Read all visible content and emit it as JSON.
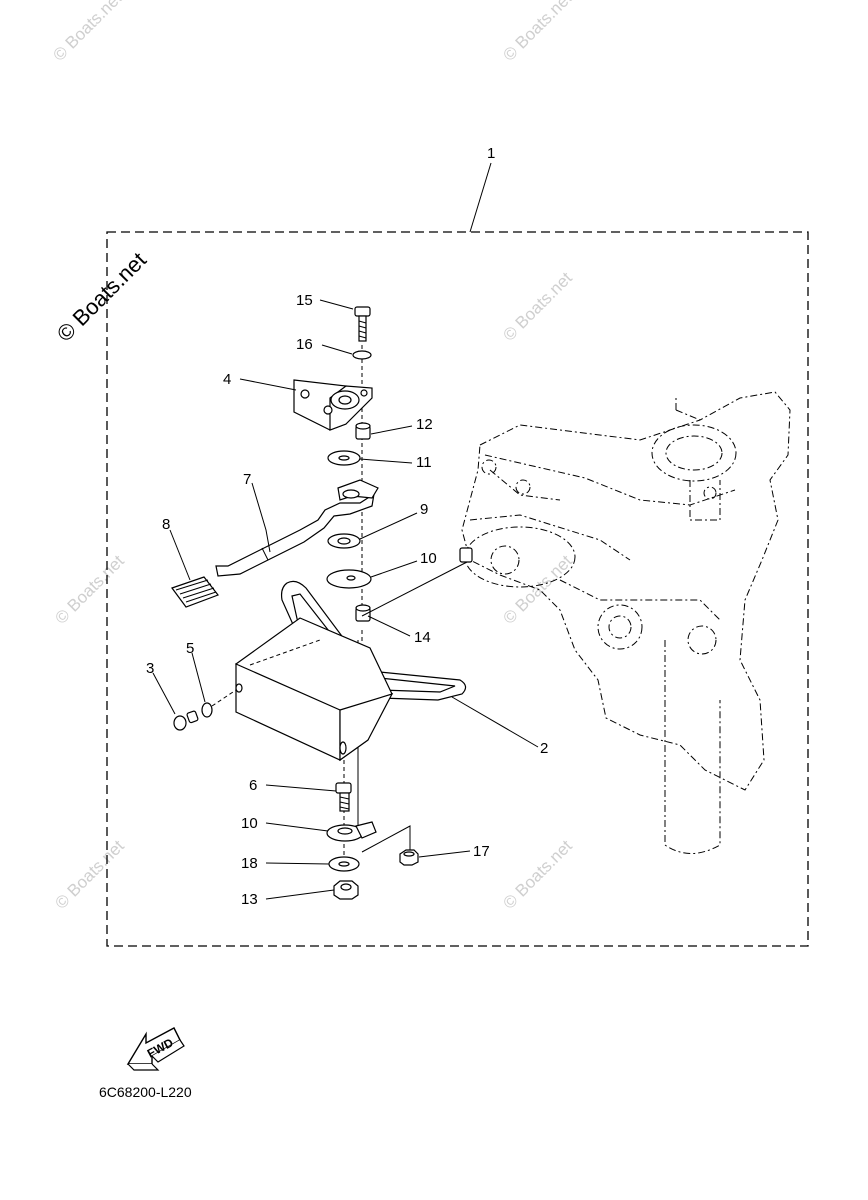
{
  "watermarks": {
    "main": "© Boats.net",
    "faint": "© Boats.net"
  },
  "diagram_code": "6C68200-L220",
  "fwd_label": "FWD",
  "callouts": {
    "p1": "1",
    "p2": "2",
    "p3": "3",
    "p4": "4",
    "p5": "5",
    "p6": "6",
    "p7": "7",
    "p8": "8",
    "p9": "9",
    "p10a": "10",
    "p10b": "10",
    "p11": "11",
    "p12": "12",
    "p13": "13",
    "p14": "14",
    "p15": "15",
    "p16": "16",
    "p17": "17",
    "p18": "18"
  }
}
